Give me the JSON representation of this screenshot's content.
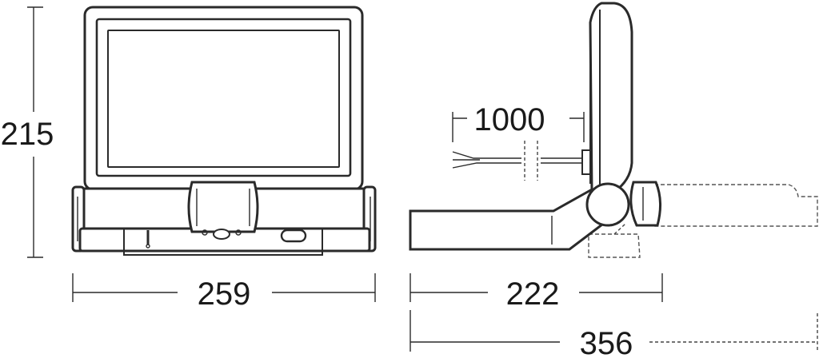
{
  "dimensions": {
    "height": "215",
    "front_width": "259",
    "side_depth": "222",
    "overall_length": "356",
    "cable_length": "1000"
  }
}
